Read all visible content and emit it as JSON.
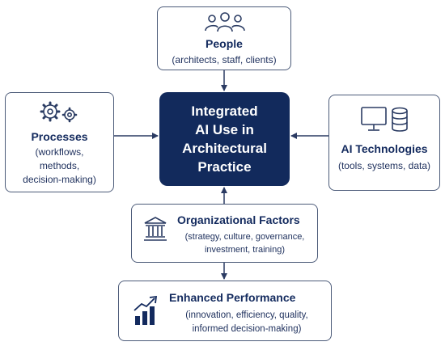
{
  "center": {
    "title": "Integrated\nAI Use in\nArchitectural\nPractice"
  },
  "people": {
    "title": "People",
    "subtitle": "(architects, staff, clients)"
  },
  "processes": {
    "title": "Processes",
    "subtitle_lines": [
      "(workflows,",
      "methods,",
      "decision-making)"
    ]
  },
  "ai_technologies": {
    "title": "AI Technologies",
    "subtitle": "(tools, systems, data)"
  },
  "organizational_factors": {
    "title": "Organizational Factors",
    "subtitle_lines": [
      "(strategy, culture, governance,",
      "investment, training)"
    ]
  },
  "enhanced_performance": {
    "title": "Enhanced Performance",
    "subtitle_lines": [
      "(innovation, efficiency, quality,",
      "informed decision-making)"
    ]
  },
  "colors": {
    "navy": "#122a5c",
    "border": "#4c5b79",
    "arrow": "#2a3a62"
  },
  "icons": {
    "people": "people-group-icon",
    "processes": "gears-icon",
    "ai_technologies": "computer-database-icon",
    "organizational_factors": "institution-building-icon",
    "enhanced_performance": "growth-chart-icon"
  }
}
